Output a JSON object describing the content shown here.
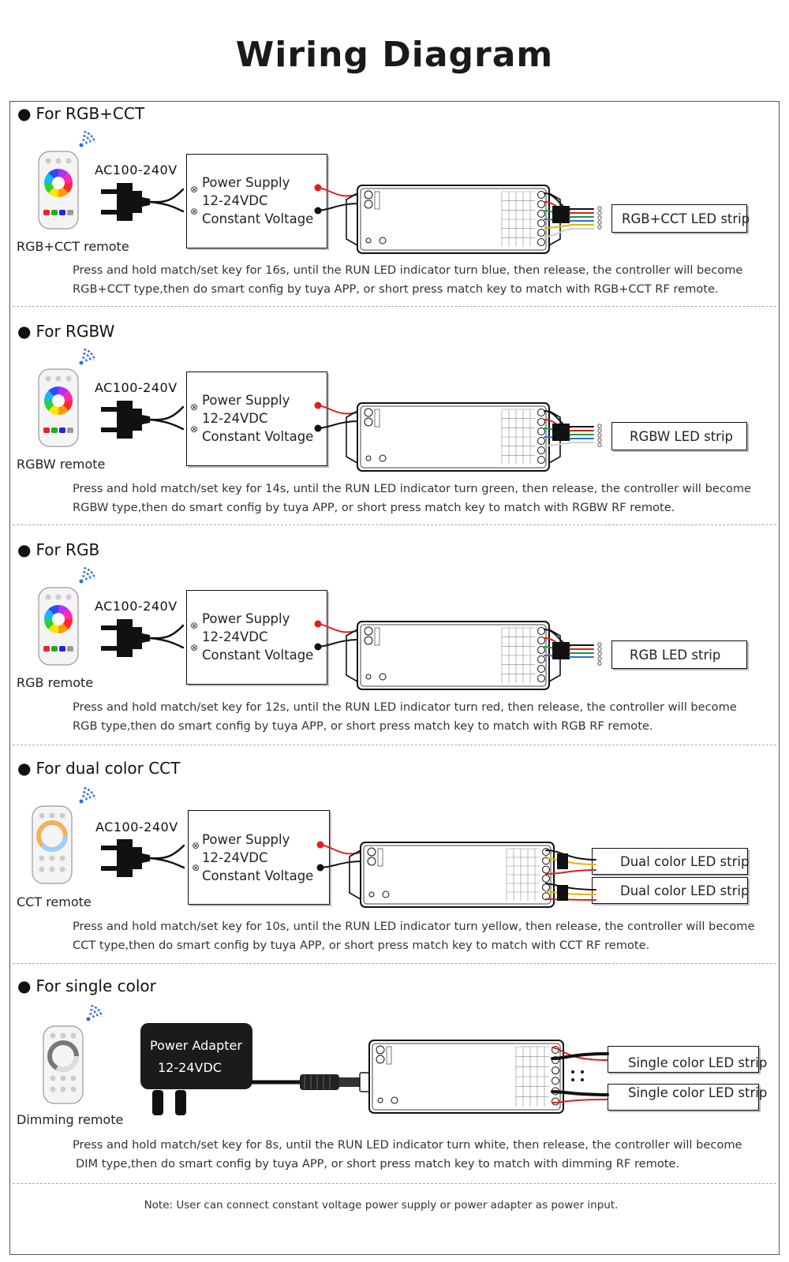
{
  "title": "Wiring Diagram",
  "ac_label": "AC100-240V",
  "power_supply": {
    "line1": "Power Supply",
    "line2": "12-24VDC",
    "line3": "Constant Voltage"
  },
  "sections": [
    {
      "heading": "For RGB+CCT",
      "remote": "RGB+CCT remote",
      "strips": [
        "RGB+CCT LED strip"
      ],
      "desc_line1": "Press and hold match/set key for 16s, until the RUN LED indicator turn blue, then release, the controller will become",
      "desc_line2": "RGB+CCT type,then do smart config by tuya APP, or short press match key to match with RGB+CCT RF remote."
    },
    {
      "heading": "For RGBW",
      "remote": "RGBW remote",
      "strips": [
        "RGBW LED strip"
      ],
      "desc_line1": "Press and hold match/set key for 14s, until the RUN LED indicator turn green, then release, the controller will become",
      "desc_line2": "RGBW type,then do smart config by tuya APP, or short press match key to match with RGBW RF remote."
    },
    {
      "heading": "For RGB",
      "remote": "RGB remote",
      "strips": [
        "RGB LED strip"
      ],
      "desc_line1": "Press and hold match/set key for 12s, until the RUN LED indicator turn red, then release, the controller will become",
      "desc_line2": "RGB type,then do smart config by tuya APP, or short press match key to match with RGB RF remote."
    },
    {
      "heading": "For dual color CCT",
      "remote": "CCT remote",
      "strips": [
        "Dual color LED strip",
        "Dual color LED strip"
      ],
      "desc_line1": "Press and hold match/set key for 10s, until the RUN LED indicator turn yellow, then release, the controller will become",
      "desc_line2": "CCT type,then do smart config by tuya APP, or short press match key to match with CCT RF remote."
    },
    {
      "heading": "For single color",
      "remote": "Dimming remote",
      "strips": [
        "Single color LED strip",
        "Single color LED strip"
      ],
      "desc_line1": "Press and hold match/set key for 8s, until the RUN LED indicator turn white, then release, the controller will become",
      "desc_line2": "DIM type,then do smart config by tuya APP, or short press match key to match with dimming RF remote."
    }
  ],
  "adapter": {
    "line1": "Power Adapter",
    "line2": "12-24VDC"
  },
  "note": "Note: User can connect constant voltage power supply or power adapter as power input.",
  "colors": {
    "wire_red": "#e11d1d",
    "wire_black": "#111111",
    "wire_green": "#1c9a3a",
    "wire_blue": "#2f6fd6",
    "wire_yellow": "#e8b400",
    "wire_white": "#cfcfcf",
    "divider": "#aaaaaa"
  },
  "icons": {
    "remote": "remote-control-icon",
    "signal": "wifi-signal-icon",
    "plug": "power-plug-icon",
    "controller": "led-controller-icon"
  }
}
